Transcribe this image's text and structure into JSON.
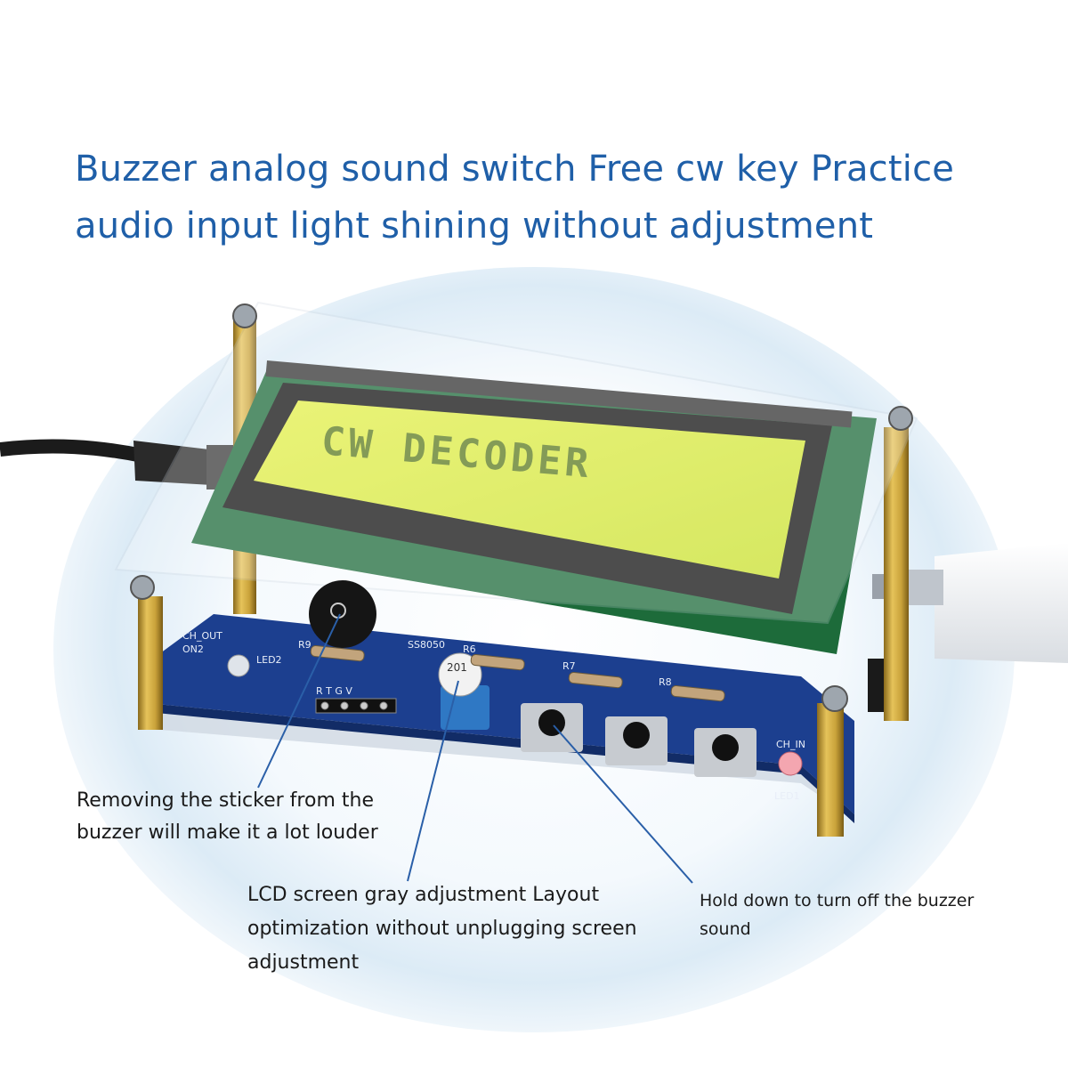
{
  "headline": {
    "line1": "Buzzer analog sound switch Free cw key Practice",
    "line2": "audio input light shining without adjustment"
  },
  "lcd": {
    "text": "CW DECODER"
  },
  "board_labels": {
    "ch_out": "CH_OUT",
    "on2": "ON2",
    "r9": "R9",
    "led2": "LED2",
    "ss8050": "SS8050",
    "r6": "R6",
    "r7": "R7",
    "r8": "R8",
    "header_pins": "R T G V",
    "led1": "LED1",
    "ch_in": "CH_IN",
    "pot": "201"
  },
  "callouts": {
    "buzzer": "Removing the sticker from the buzzer will make it a lot louder",
    "lcd_adjust": "LCD screen gray adjustment Layout optimization without unplugging screen adjustment",
    "button": "Hold down to turn off the buzzer sound"
  },
  "colors": {
    "headline": "#1f5fa8",
    "pcb": "#1c3f8f",
    "lcd_screen": "#d7ea3a",
    "lcd_text": "#5b7a1e",
    "standoff": "#c9a23a",
    "callout_line": "#2a5fa8"
  }
}
